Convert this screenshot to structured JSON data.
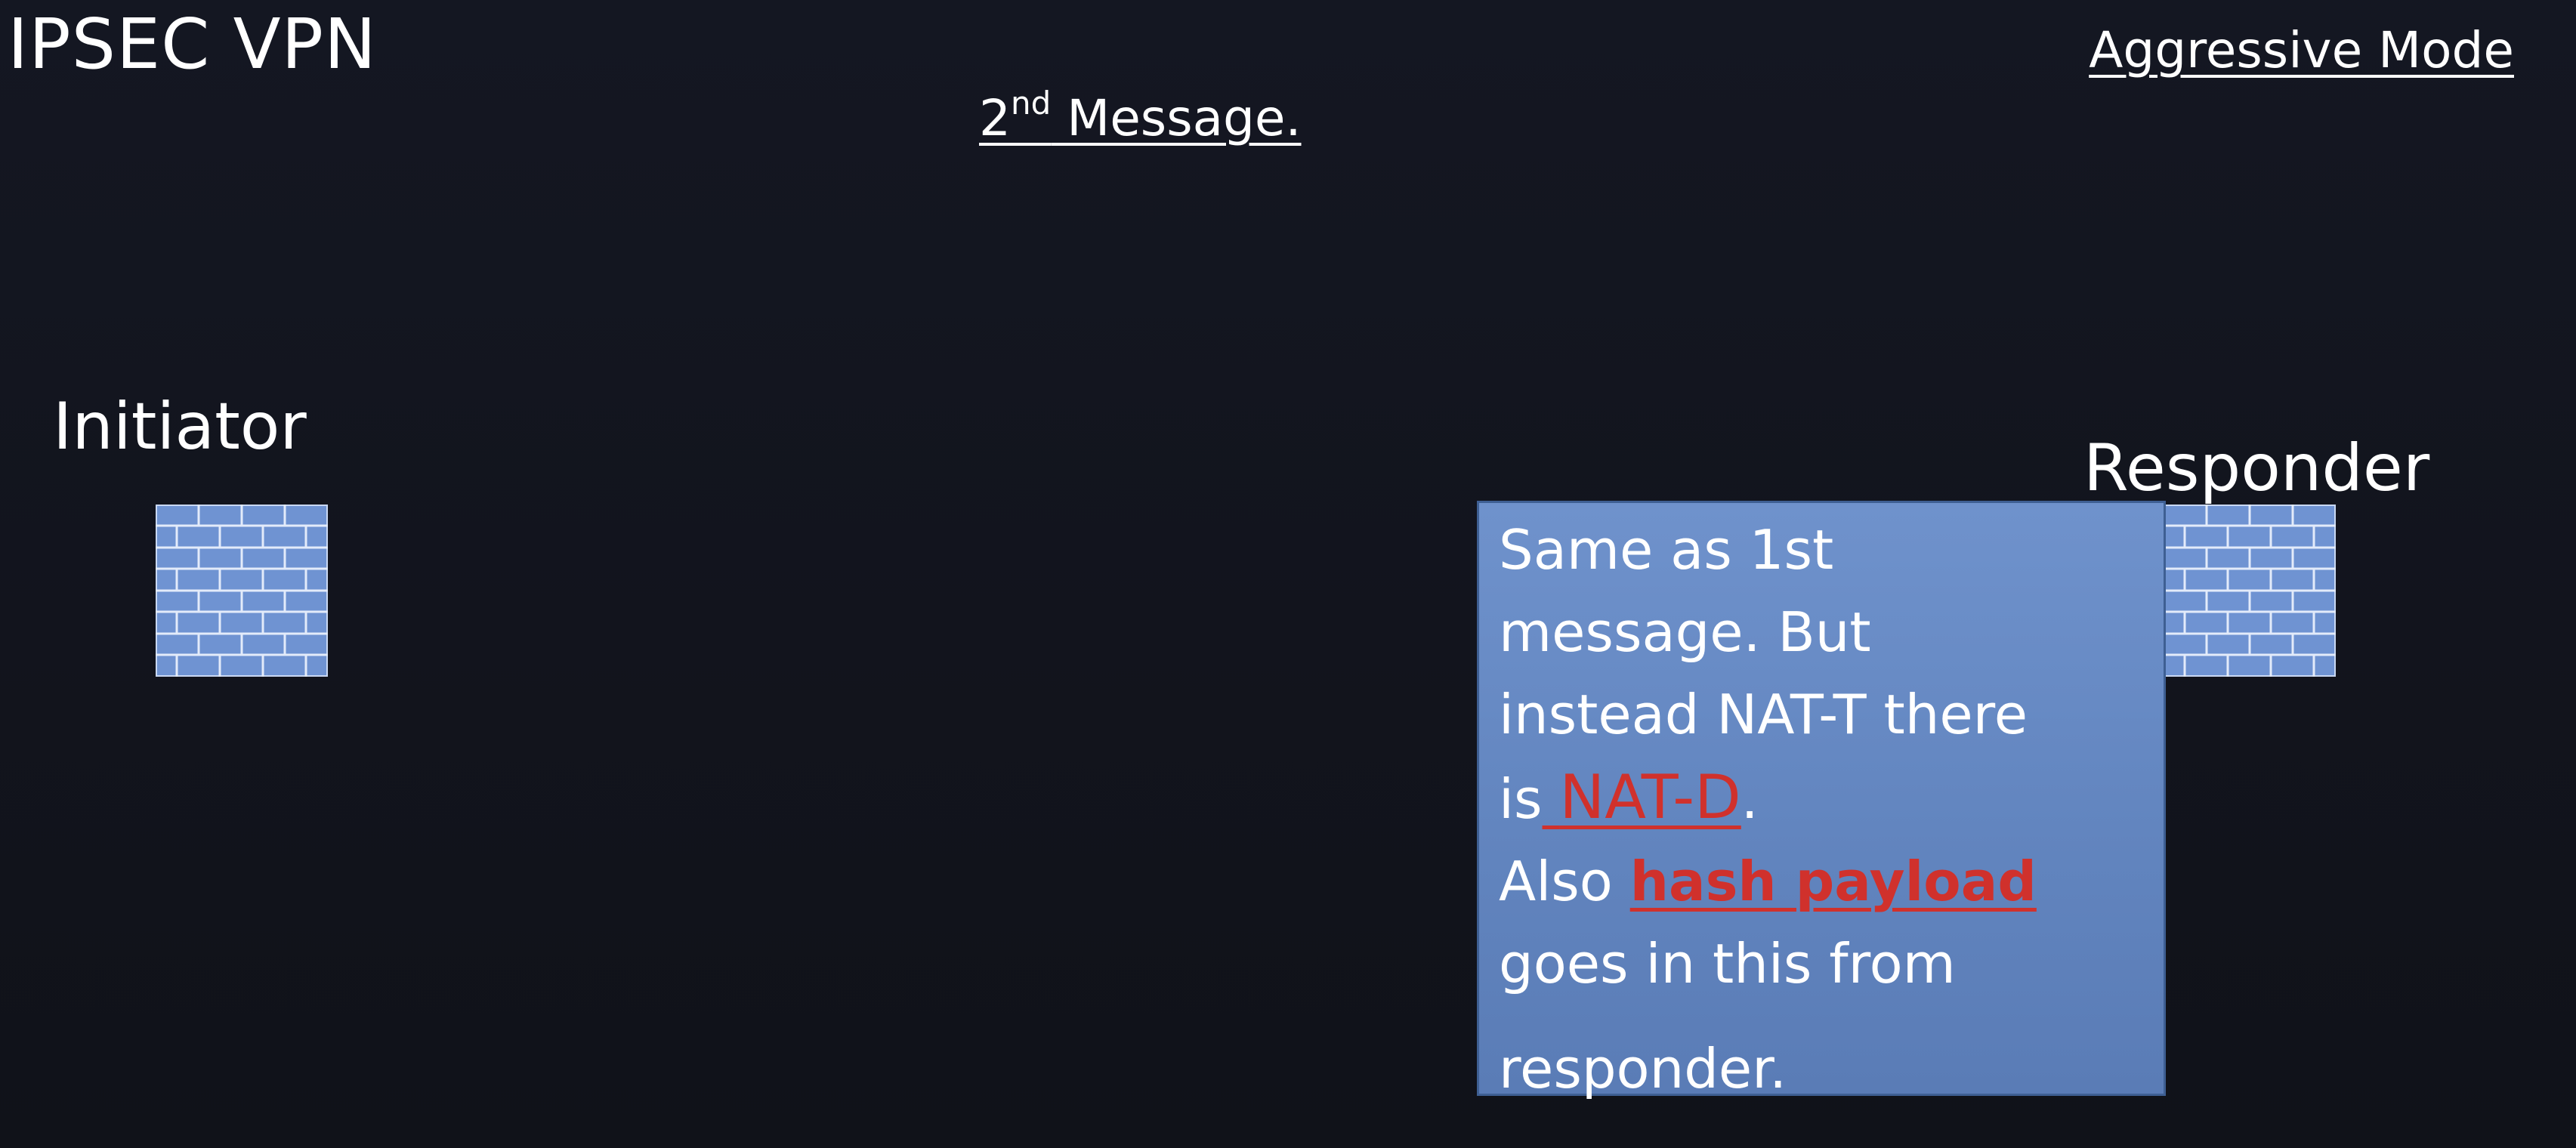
{
  "slide": {
    "title": "IPSEC VPN",
    "mode_label": "Aggressive Mode",
    "message_label": {
      "number": "2",
      "suffix": "nd",
      "text": " Message."
    }
  },
  "endpoints": {
    "initiator_label": "Initiator",
    "responder_label": "Responder",
    "firewall_icon": "brick-wall-firewall",
    "firewall_color": "#6f93d2"
  },
  "callout": {
    "line1": "Same as 1st",
    "line2": "message. But",
    "line3": "instead NAT-T there",
    "line4_prefix": "is",
    "line4_highlight": "NAT-D",
    "line4_suffix": ".",
    "line5_prefix": "Also ",
    "line5_highlight": "hash payload",
    "line6": "goes in this from",
    "line7": "responder.",
    "highlight_color": "#d0312c"
  }
}
